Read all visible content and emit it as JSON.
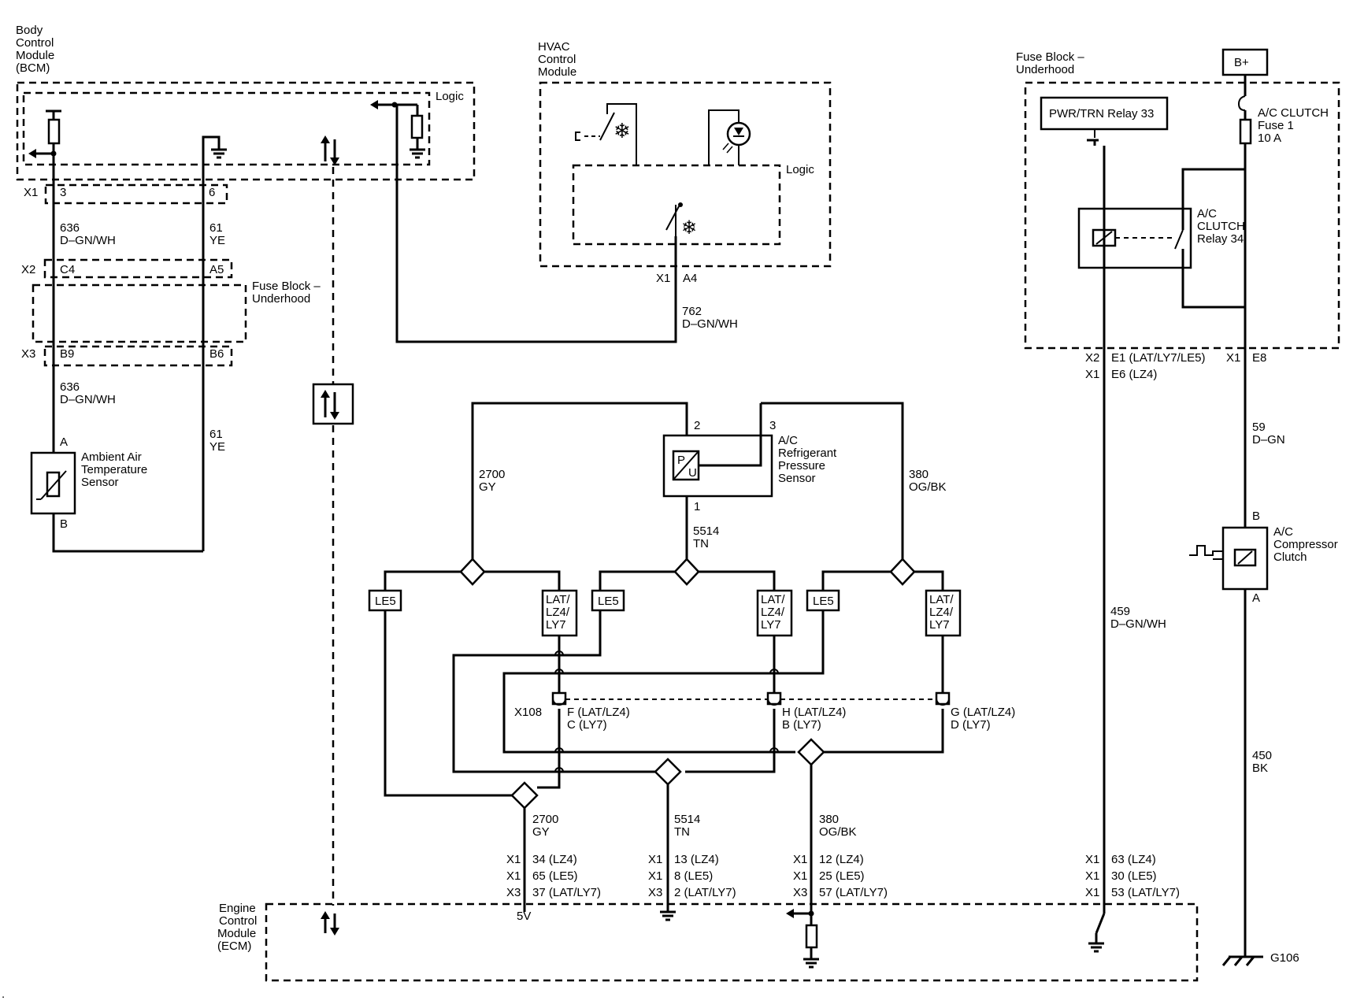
{
  "modules": {
    "bcm": [
      "Body",
      "Control",
      "Module",
      "(BCM)"
    ],
    "hvac": [
      "HVAC",
      "Control",
      "Module"
    ],
    "fuse_block_top": [
      "Fuse Block –",
      "Underhood"
    ],
    "fuse_block_mid": [
      "Fuse Block –",
      "Underhood"
    ],
    "ecm": [
      "Engine",
      "Control",
      "Module",
      "(ECM)"
    ],
    "logic": "Logic"
  },
  "bcm_side": {
    "conn_x1": "X1",
    "pin_x1_a": "3",
    "pin_x1_b": "6",
    "conn_x2": "X2",
    "pin_x2_a": "C4",
    "pin_x2_b": "A5",
    "conn_x3": "X3",
    "pin_x3_a": "B9",
    "pin_x3_b": "B6",
    "wire_a_top": [
      "636",
      "D–GN/WH"
    ],
    "wire_b_top": [
      "61",
      "YE"
    ],
    "wire_a_bot": [
      "636",
      "D–GN/WH"
    ],
    "wire_b_bot": [
      "61",
      "YE"
    ],
    "sensor_pin_a": "A",
    "sensor_pin_b": "B",
    "sensor_label": [
      "Ambient Air",
      "Temperature",
      "Sensor"
    ]
  },
  "hvac_side": {
    "conn": "X1",
    "pin": "A4",
    "wire": [
      "762",
      "D–GN/WH"
    ]
  },
  "pressure_sensor": {
    "label": [
      "A/C",
      "Refrigerant",
      "Pressure",
      "Sensor"
    ],
    "pin2": "2",
    "pin3": "3",
    "pin1": "1",
    "p": "P",
    "u": "U",
    "wire_left": [
      "2700",
      "GY"
    ],
    "wire_mid": [
      "5514",
      "TN"
    ],
    "wire_right": [
      "380",
      "OG/BK"
    ]
  },
  "option_boxes": {
    "le5": "LE5",
    "lat": [
      "LAT/",
      "LZ4/",
      "LY7"
    ]
  },
  "x108": {
    "name": "X108",
    "f": [
      "F (LAT/LZ4)",
      "C (LY7)"
    ],
    "h": [
      "H (LAT/LZ4)",
      "B (LY7)"
    ],
    "g": [
      "G (LAT/LZ4)",
      "D (LY7)"
    ]
  },
  "ecm_lower": {
    "wire_a": [
      "2700",
      "GY"
    ],
    "wire_b": [
      "5514",
      "TN"
    ],
    "wire_c": [
      "380",
      "OG/BK"
    ],
    "pins_a": [
      [
        "X1",
        "34 (LZ4)"
      ],
      [
        "X1",
        "65 (LE5)"
      ],
      [
        "X3",
        "37 (LAT/LY7)"
      ]
    ],
    "pins_b": [
      [
        "X1",
        "13 (LZ4)"
      ],
      [
        "X1",
        "8 (LE5)"
      ],
      [
        "X3",
        "2 (LAT/LY7)"
      ]
    ],
    "pins_c": [
      [
        "X1",
        "12 (LZ4)"
      ],
      [
        "X1",
        "25 (LE5)"
      ],
      [
        "X3",
        "57 (LAT/LY7)"
      ]
    ],
    "pins_d": [
      [
        "X1",
        "63 (LZ4)"
      ],
      [
        "X1",
        "30 (LE5)"
      ],
      [
        "X1",
        "53 (LAT/LY7)"
      ]
    ],
    "five_v": "5V"
  },
  "fuse_side": {
    "b_plus": "B+",
    "relay33": "PWR/TRN Relay 33",
    "fuse": [
      "A/C CLUTCH",
      "Fuse 1",
      "10 A"
    ],
    "relay34": [
      "A/C",
      "CLUTCH",
      "Relay 34"
    ],
    "conn_x2": "X2",
    "pin_x2": "E1 (LAT/LY7/LE5)",
    "conn_x1a": "X1",
    "pin_x1a": "E8",
    "conn_x1b": "X1",
    "pin_x1b": "E6 (LZ4)",
    "wire_59": [
      "59",
      "D–GN"
    ],
    "wire_459": [
      "459",
      "D–GN/WH"
    ],
    "wire_450": [
      "450",
      "BK"
    ],
    "clutch_pin_b": "B",
    "clutch_pin_a": "A",
    "clutch": [
      "A/C",
      "Compressor",
      "Clutch"
    ],
    "ground": "G106"
  },
  "corner_mark": "."
}
